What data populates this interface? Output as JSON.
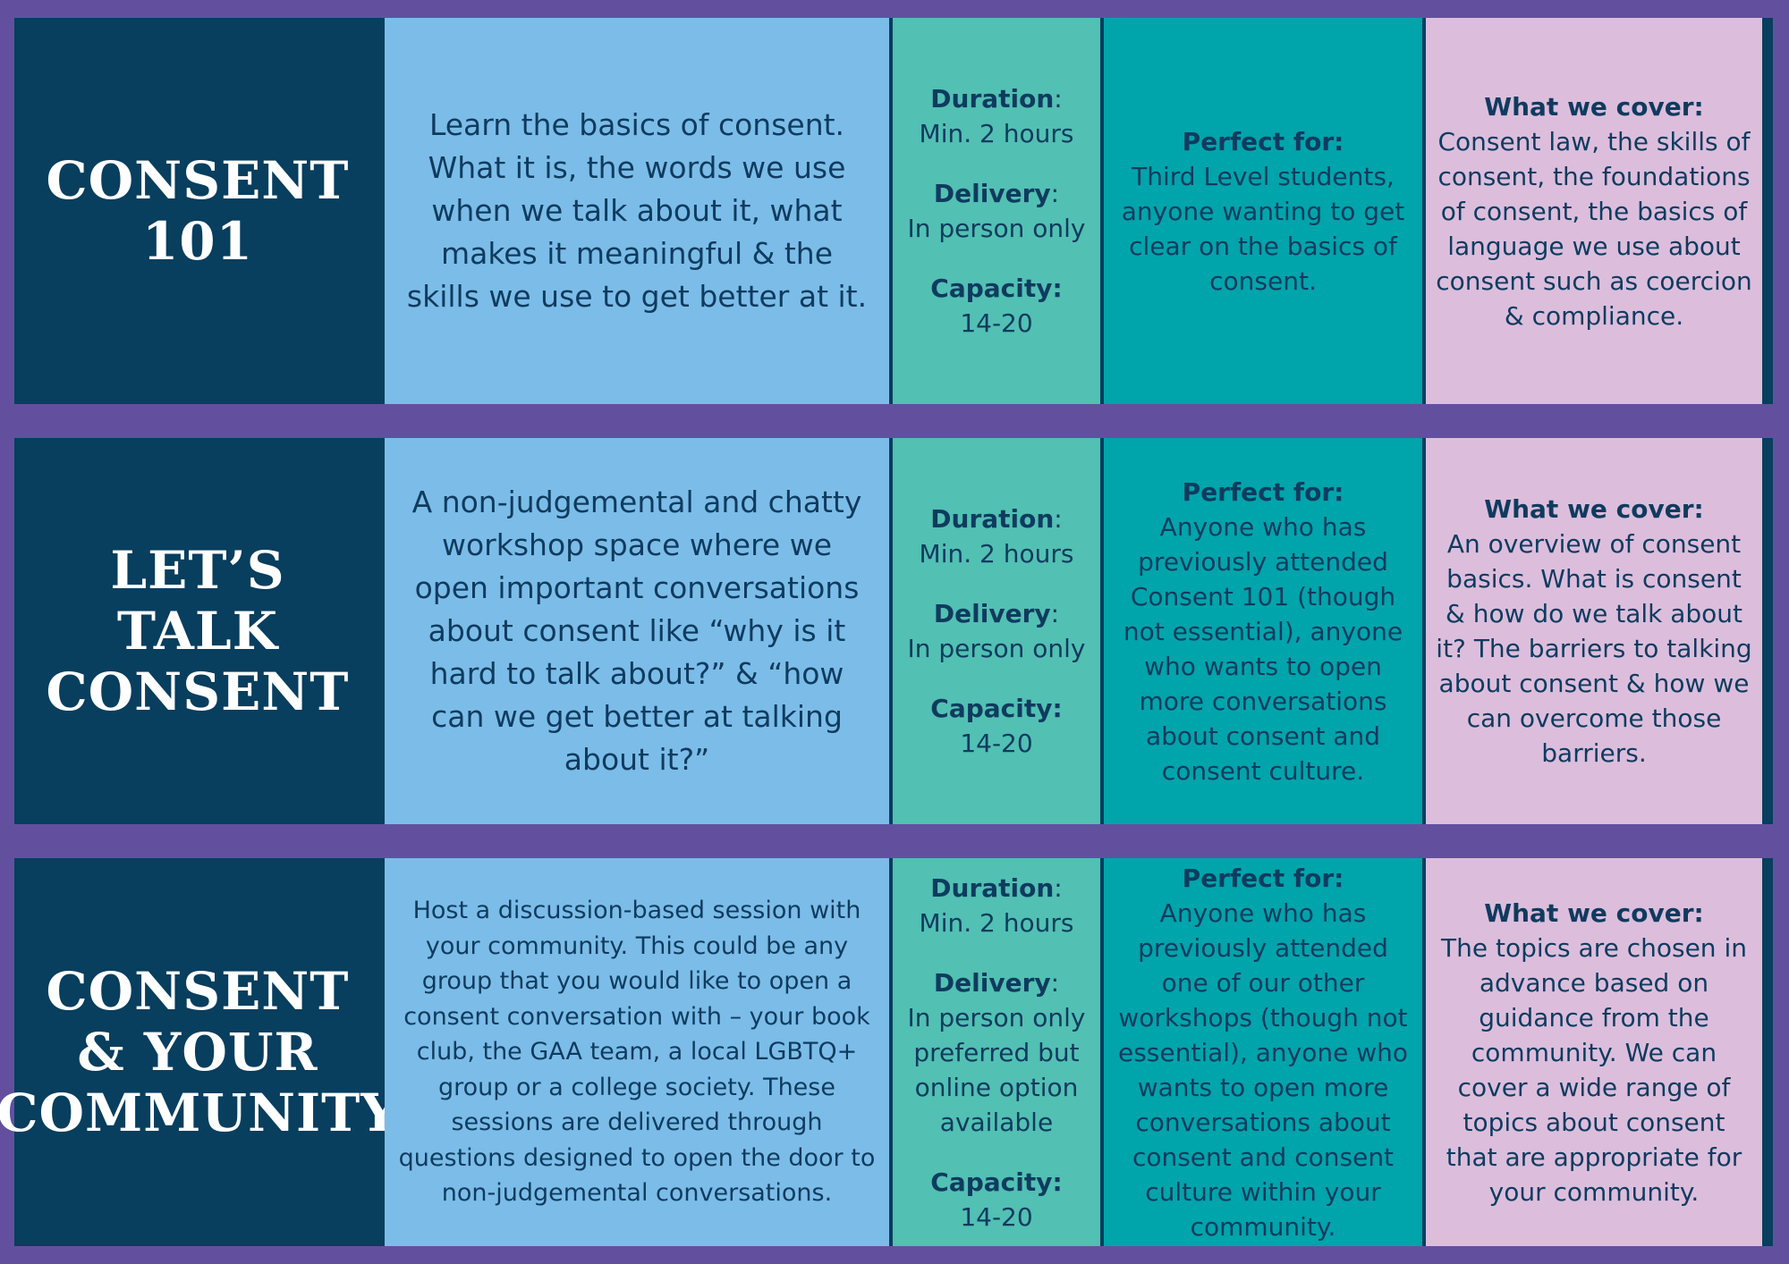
{
  "workshops": [
    {
      "title_lines": [
        "CONSENT",
        "101"
      ],
      "description": "Learn the basics of consent. What it is, the words we use when we talk about it, what makes it meaningful & the skills we use to get better at it.",
      "duration_label": "Duration",
      "duration_colon": ":",
      "duration": "Min. 2 hours",
      "delivery_label": "Delivery",
      "delivery_colon": ":",
      "delivery": "In person only",
      "capacity_label": "Capacity:",
      "capacity": "14-20",
      "perfect_label": "Perfect for:",
      "perfect": "Third Level students, anyone wanting to get clear on the basics of consent.",
      "cover_label": "What we cover:",
      "cover": "Consent law, the skills of consent, the foundations of consent, the basics of language we use about consent such as coercion & compliance."
    },
    {
      "title_lines": [
        "LET’S TALK",
        "CONSENT"
      ],
      "description": "A non-judgemental and chatty workshop space where we open important conversations about consent like “why is it hard to talk about?” & “how can we get better at talking about it?”",
      "duration_label": "Duration",
      "duration_colon": ":",
      "duration": "Min. 2 hours",
      "delivery_label": "Delivery",
      "delivery_colon": ":",
      "delivery": "In person only",
      "capacity_label": "Capacity:",
      "capacity": "14-20",
      "perfect_label": "Perfect for:",
      "perfect": "Anyone who has previously attended Consent 101 (though not essential), anyone who wants to open more conversations about consent and consent culture.",
      "cover_label": "What we cover:",
      "cover": "An overview of consent basics. What is consent & how do we talk about it? The barriers to talking about consent & how we can overcome those barriers."
    },
    {
      "title_lines": [
        "CONSENT",
        "& YOUR",
        "COMMUNITY"
      ],
      "description": "Host a discussion-based session with your community. This could be any group that you would like to open a consent conversation with – your book club, the GAA team, a local LGBTQ+ group or a college society. These sessions are delivered through questions designed to open the door to non-judgemental conversations.",
      "duration_label": "Duration",
      "duration_colon": ":",
      "duration": "Min. 2 hours",
      "delivery_label": "Delivery",
      "delivery_colon": ":",
      "delivery": "In person only preferred but online option available",
      "capacity_label": "Capacity:",
      "capacity": "14-20",
      "perfect_label": "Perfect for:",
      "perfect": "Anyone who has previously attended one of our other workshops (though not essential), anyone who wants to open more conversations about consent and consent culture within your community.",
      "cover_label": "What we cover:",
      "cover": "The topics are chosen in advance based on guidance from the community. We can cover a wide range of topics about consent that are appropriate for your community."
    }
  ]
}
